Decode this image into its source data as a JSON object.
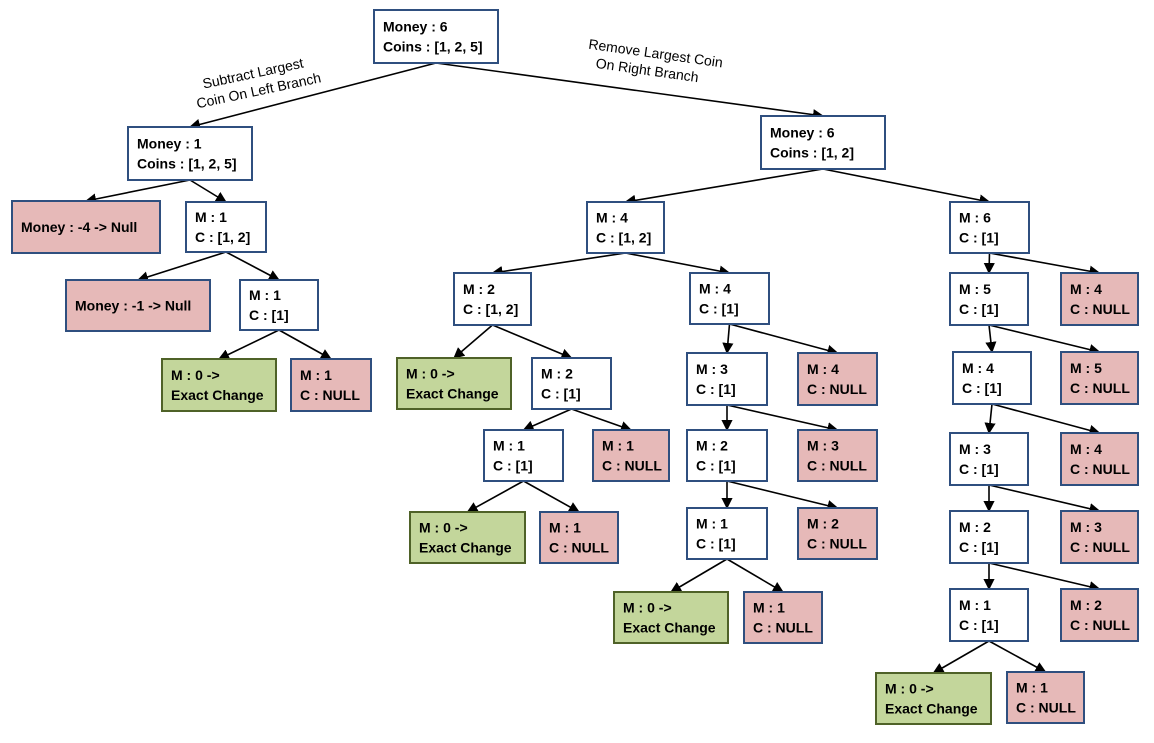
{
  "colors": {
    "plain_fill": "#ffffff",
    "plain_stroke": "#2f4f7f",
    "success_fill": "#c3d69b",
    "success_stroke": "#4f6228",
    "null_fill": "#e6b9b8",
    "null_stroke": "#2f4f7f",
    "edge": "#000000"
  },
  "annotations": [
    {
      "id": "left-branch-label",
      "lines": [
        "Subtract Largest",
        "Coin On Left Branch"
      ]
    },
    {
      "id": "right-branch-label",
      "lines": [
        "Remove Largest Coin",
        "On Right Branch"
      ]
    }
  ],
  "nodes": [
    {
      "id": "root",
      "kind": "plain",
      "lines": [
        "Money : 6",
        "Coins : [1, 2, 5]"
      ]
    },
    {
      "id": "a",
      "kind": "plain",
      "lines": [
        "Money : 1",
        "Coins : [1, 2, 5]"
      ]
    },
    {
      "id": "b",
      "kind": "plain",
      "lines": [
        "Money : 6",
        "Coins :  [1, 2]"
      ]
    },
    {
      "id": "a1",
      "kind": "null",
      "lines": [
        "Money : -4 -> Null"
      ]
    },
    {
      "id": "a2",
      "kind": "plain",
      "lines": [
        "M : 1",
        "C : [1, 2]"
      ]
    },
    {
      "id": "a21",
      "kind": "null",
      "lines": [
        "Money : -1 -> Null"
      ]
    },
    {
      "id": "a22",
      "kind": "plain",
      "lines": [
        "M : 1",
        "C  : [1]"
      ]
    },
    {
      "id": "a221",
      "kind": "success",
      "lines": [
        "M : 0 ->",
        "Exact Change"
      ]
    },
    {
      "id": "a222",
      "kind": "null",
      "lines": [
        "M : 1",
        "C  : NULL"
      ]
    },
    {
      "id": "b1",
      "kind": "plain",
      "lines": [
        "M : 4",
        "C : [1, 2]"
      ]
    },
    {
      "id": "b2",
      "kind": "plain",
      "lines": [
        "M : 6",
        "C : [1]"
      ]
    },
    {
      "id": "b11",
      "kind": "plain",
      "lines": [
        "M : 2",
        "C : [1, 2]"
      ]
    },
    {
      "id": "b12",
      "kind": "plain",
      "lines": [
        "M : 4",
        "C  : [1]"
      ]
    },
    {
      "id": "b111",
      "kind": "success",
      "lines": [
        "M : 0 ->",
        "Exact Change"
      ]
    },
    {
      "id": "b112",
      "kind": "plain",
      "lines": [
        "M : 2",
        "C  : [1]"
      ]
    },
    {
      "id": "b1121",
      "kind": "plain",
      "lines": [
        "M : 1",
        "C  : [1]"
      ]
    },
    {
      "id": "b1122",
      "kind": "null",
      "lines": [
        "M : 1",
        "C  : NULL"
      ]
    },
    {
      "id": "b11211",
      "kind": "success",
      "lines": [
        "M : 0 ->",
        "Exact Change"
      ]
    },
    {
      "id": "b11212",
      "kind": "null",
      "lines": [
        "M : 1",
        "C  : NULL"
      ]
    },
    {
      "id": "b121",
      "kind": "plain",
      "lines": [
        "M : 3",
        "C  : [1]"
      ]
    },
    {
      "id": "b122",
      "kind": "null",
      "lines": [
        "M : 4",
        "C  : NULL"
      ]
    },
    {
      "id": "b1211",
      "kind": "plain",
      "lines": [
        "M : 2",
        "C  : [1]"
      ]
    },
    {
      "id": "b1212",
      "kind": "null",
      "lines": [
        "M : 3",
        "C  : NULL"
      ]
    },
    {
      "id": "b12111",
      "kind": "plain",
      "lines": [
        "M : 1",
        "C  : [1]"
      ]
    },
    {
      "id": "b12112",
      "kind": "null",
      "lines": [
        "M : 2",
        "C  : NULL"
      ]
    },
    {
      "id": "b121111",
      "kind": "success",
      "lines": [
        "M : 0 ->",
        "Exact Change"
      ]
    },
    {
      "id": "b121112",
      "kind": "null",
      "lines": [
        "M : 1",
        "C  : NULL"
      ]
    },
    {
      "id": "b21",
      "kind": "plain",
      "lines": [
        "M : 5",
        "C  : [1]"
      ]
    },
    {
      "id": "b22",
      "kind": "null",
      "lines": [
        "M : 4",
        "C  : NULL"
      ]
    },
    {
      "id": "b211",
      "kind": "plain",
      "lines": [
        "M : 4",
        "C  : [1]"
      ]
    },
    {
      "id": "b212",
      "kind": "null",
      "lines": [
        "M : 5",
        "C  : NULL"
      ]
    },
    {
      "id": "b2111",
      "kind": "plain",
      "lines": [
        "M : 3",
        "C  : [1]"
      ]
    },
    {
      "id": "b2112",
      "kind": "null",
      "lines": [
        "M : 4",
        "C  : NULL"
      ]
    },
    {
      "id": "b21111",
      "kind": "plain",
      "lines": [
        "M : 2",
        "C  : [1]"
      ]
    },
    {
      "id": "b21112",
      "kind": "null",
      "lines": [
        "M : 3",
        "C  : NULL"
      ]
    },
    {
      "id": "b211111",
      "kind": "plain",
      "lines": [
        "M : 1",
        "C  : [1]"
      ]
    },
    {
      "id": "b211112",
      "kind": "null",
      "lines": [
        "M : 2",
        "C  : NULL"
      ]
    },
    {
      "id": "b2111111",
      "kind": "success",
      "lines": [
        "M : 0 ->",
        "Exact Change"
      ]
    },
    {
      "id": "b2111112",
      "kind": "null",
      "lines": [
        "M : 1",
        "C : NULL"
      ]
    }
  ],
  "edges": [
    [
      "root",
      "a"
    ],
    [
      "root",
      "b"
    ],
    [
      "a",
      "a1"
    ],
    [
      "a",
      "a2"
    ],
    [
      "a2",
      "a21"
    ],
    [
      "a2",
      "a22"
    ],
    [
      "a22",
      "a221"
    ],
    [
      "a22",
      "a222"
    ],
    [
      "b",
      "b1"
    ],
    [
      "b",
      "b2"
    ],
    [
      "b1",
      "b11"
    ],
    [
      "b1",
      "b12"
    ],
    [
      "b11",
      "b111"
    ],
    [
      "b11",
      "b112"
    ],
    [
      "b112",
      "b1121"
    ],
    [
      "b112",
      "b1122"
    ],
    [
      "b1121",
      "b11211"
    ],
    [
      "b1121",
      "b11212"
    ],
    [
      "b12",
      "b121"
    ],
    [
      "b12",
      "b122"
    ],
    [
      "b121",
      "b1211"
    ],
    [
      "b121",
      "b1212"
    ],
    [
      "b1211",
      "b12111"
    ],
    [
      "b1211",
      "b12112"
    ],
    [
      "b12111",
      "b121111"
    ],
    [
      "b12111",
      "b121112"
    ],
    [
      "b2",
      "b21"
    ],
    [
      "b2",
      "b22"
    ],
    [
      "b21",
      "b211"
    ],
    [
      "b21",
      "b212"
    ],
    [
      "b211",
      "b2111"
    ],
    [
      "b211",
      "b2112"
    ],
    [
      "b2111",
      "b21111"
    ],
    [
      "b2111",
      "b21112"
    ],
    [
      "b21111",
      "b211111"
    ],
    [
      "b21111",
      "b211112"
    ],
    [
      "b211111",
      "b2111111"
    ],
    [
      "b211111",
      "b2111112"
    ]
  ]
}
